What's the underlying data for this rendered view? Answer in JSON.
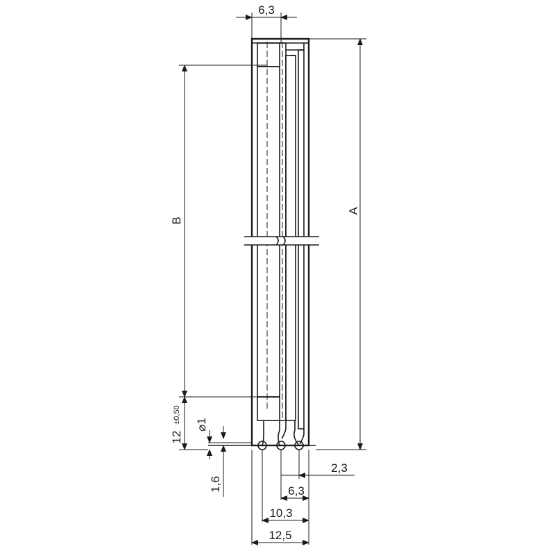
{
  "dimensions": {
    "top_width": "6,3",
    "height_A": "A",
    "height_B": "B",
    "pin_length": "12",
    "pin_tolerance": "±0,50",
    "pin_diameter": "⌀1",
    "pin_offset": "1,6",
    "pitch_small": "2,3",
    "pitch_6_3": "6,3",
    "span_10_3": "10,3",
    "total_width": "12,5"
  },
  "colors": {
    "line": "#1a1a1a",
    "background": "#ffffff"
  }
}
